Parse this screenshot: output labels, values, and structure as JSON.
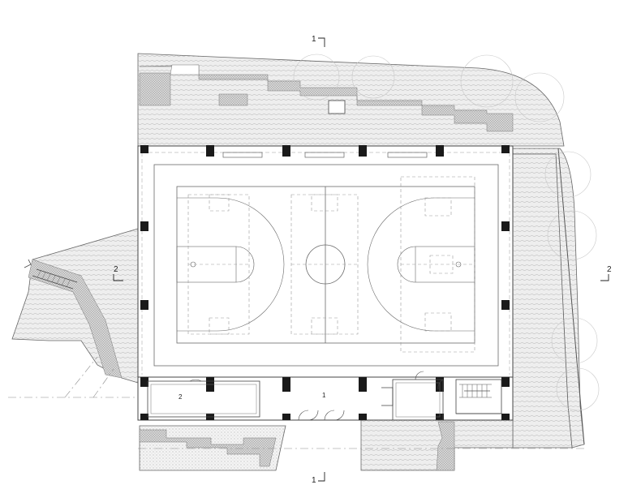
{
  "section_markers": {
    "top": "1",
    "bottom": "1",
    "left": "2",
    "right": "2"
  },
  "room_labels": {
    "entrance_hall": "1",
    "side_room": "2"
  },
  "colors": {
    "line": "#555555",
    "light_line": "#9a9a9a",
    "column": "#1a1a1a",
    "hatch_fill": "#e8e8e8"
  }
}
